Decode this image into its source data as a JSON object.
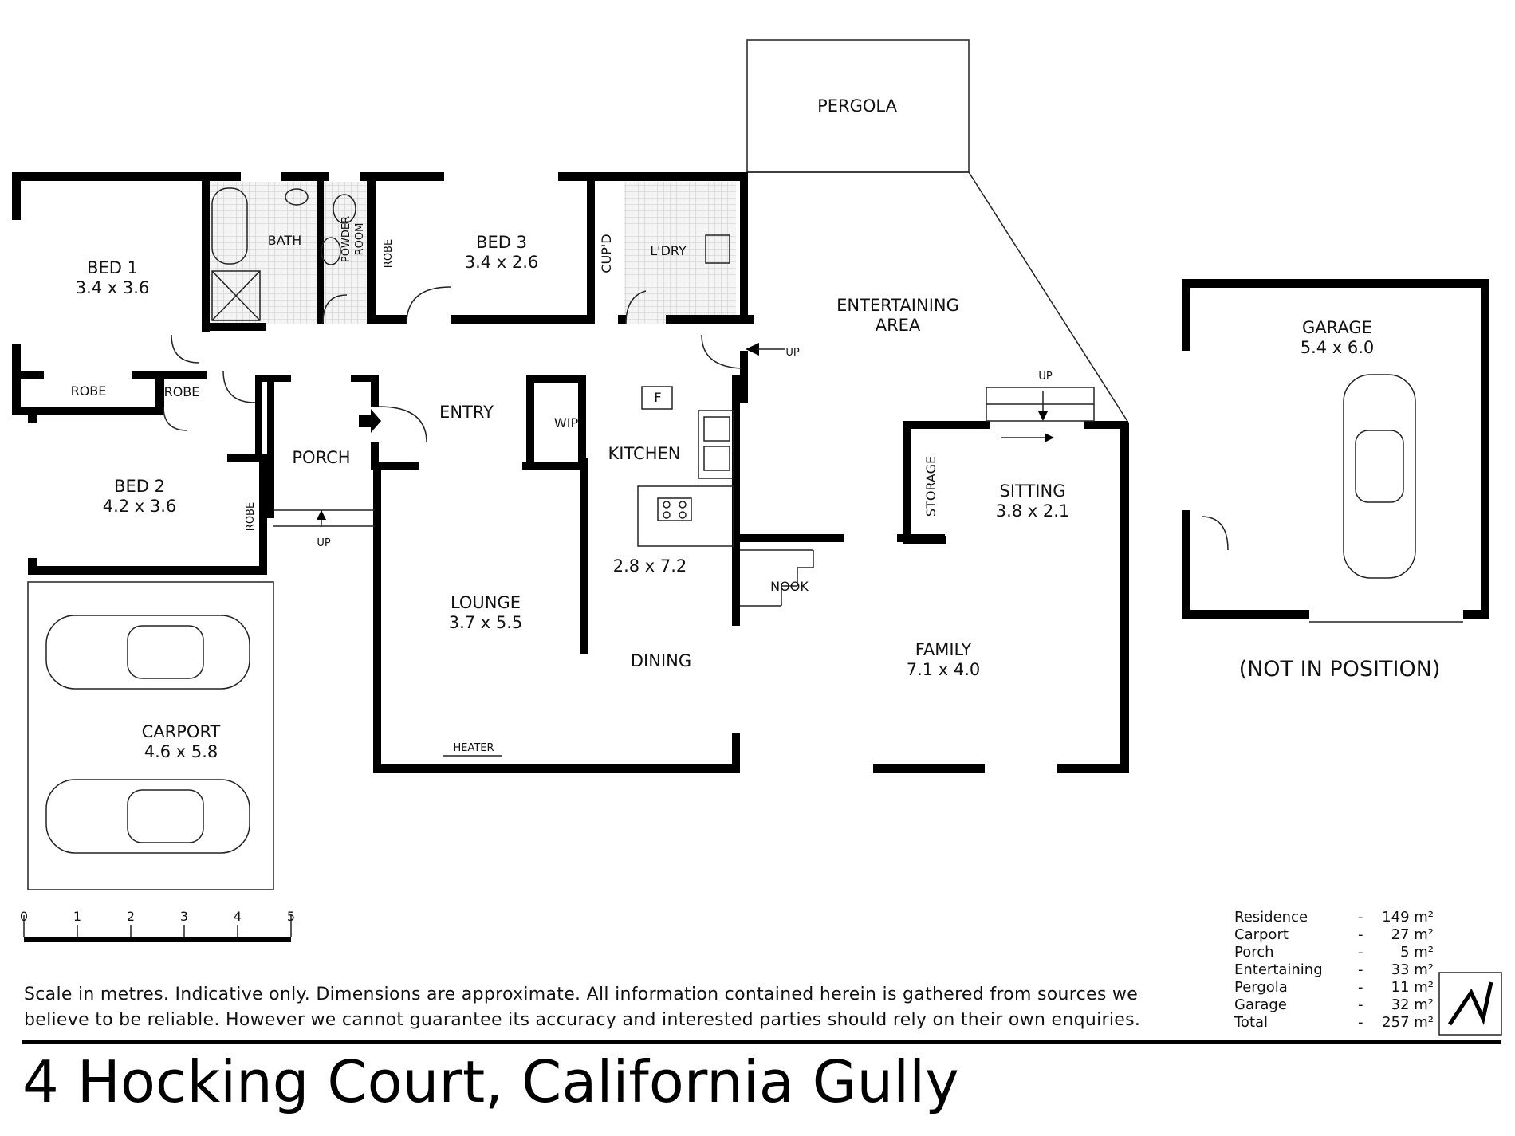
{
  "rooms": {
    "pergola": "PERGOLA",
    "bed1_name": "BED 1",
    "bed1_size": "3.4 x 3.6",
    "bath": "BATH",
    "powder_line1": "POWDER",
    "powder_line2": "ROOM",
    "robe": "ROBE",
    "bed3_name": "BED 3",
    "bed3_size": "3.4 x 2.6",
    "cupd": "CUP'D",
    "laundry": "L'DRY",
    "entertaining_line1": "ENTERTAINING",
    "entertaining_line2": "AREA",
    "up": "UP",
    "entry": "ENTRY",
    "porch": "PORCH",
    "wip": "WIP",
    "fridge": "F",
    "kitchen": "KITCHEN",
    "kitchen_size": "2.8 x 7.2",
    "bed2_name": "BED 2",
    "bed2_size": "4.2 x 3.6",
    "storage": "STORAGE",
    "sitting_name": "SITTING",
    "sitting_size": "3.8 x 2.1",
    "nook": "NOOK",
    "lounge_name": "LOUNGE",
    "lounge_size": "3.7 x 5.5",
    "dining": "DINING",
    "family_name": "FAMILY",
    "family_size": "7.1 x 4.0",
    "heater": "HEATER",
    "carport_name": "CARPORT",
    "carport_size": "4.6 x 5.8",
    "garage_name": "GARAGE",
    "garage_size": "5.4 x 6.0",
    "not_in_position": "(NOT IN POSITION)"
  },
  "scale": {
    "ticks": [
      "0",
      "1",
      "2",
      "3",
      "4",
      "5"
    ]
  },
  "disclaimer": {
    "line1": "Scale in metres. Indicative only. Dimensions are approximate.  All information contained herein is gathered from sources we",
    "line2": "believe to be reliable. However we cannot guarantee its accuracy and interested parties should rely on their own enquiries."
  },
  "areas": [
    {
      "name": "Residence",
      "dash": "-",
      "value": "149 m²"
    },
    {
      "name": "Carport",
      "dash": "-",
      "value": "27 m²"
    },
    {
      "name": "Porch",
      "dash": "-",
      "value": "5 m²"
    },
    {
      "name": "Entertaining",
      "dash": "-",
      "value": "33 m²"
    },
    {
      "name": "Pergola",
      "dash": "-",
      "value": "11 m²"
    },
    {
      "name": "Garage",
      "dash": "-",
      "value": "32 m²"
    },
    {
      "name": "Total",
      "dash": "-",
      "value": "257 m²"
    }
  ],
  "address": "4 Hocking Court, California Gully"
}
